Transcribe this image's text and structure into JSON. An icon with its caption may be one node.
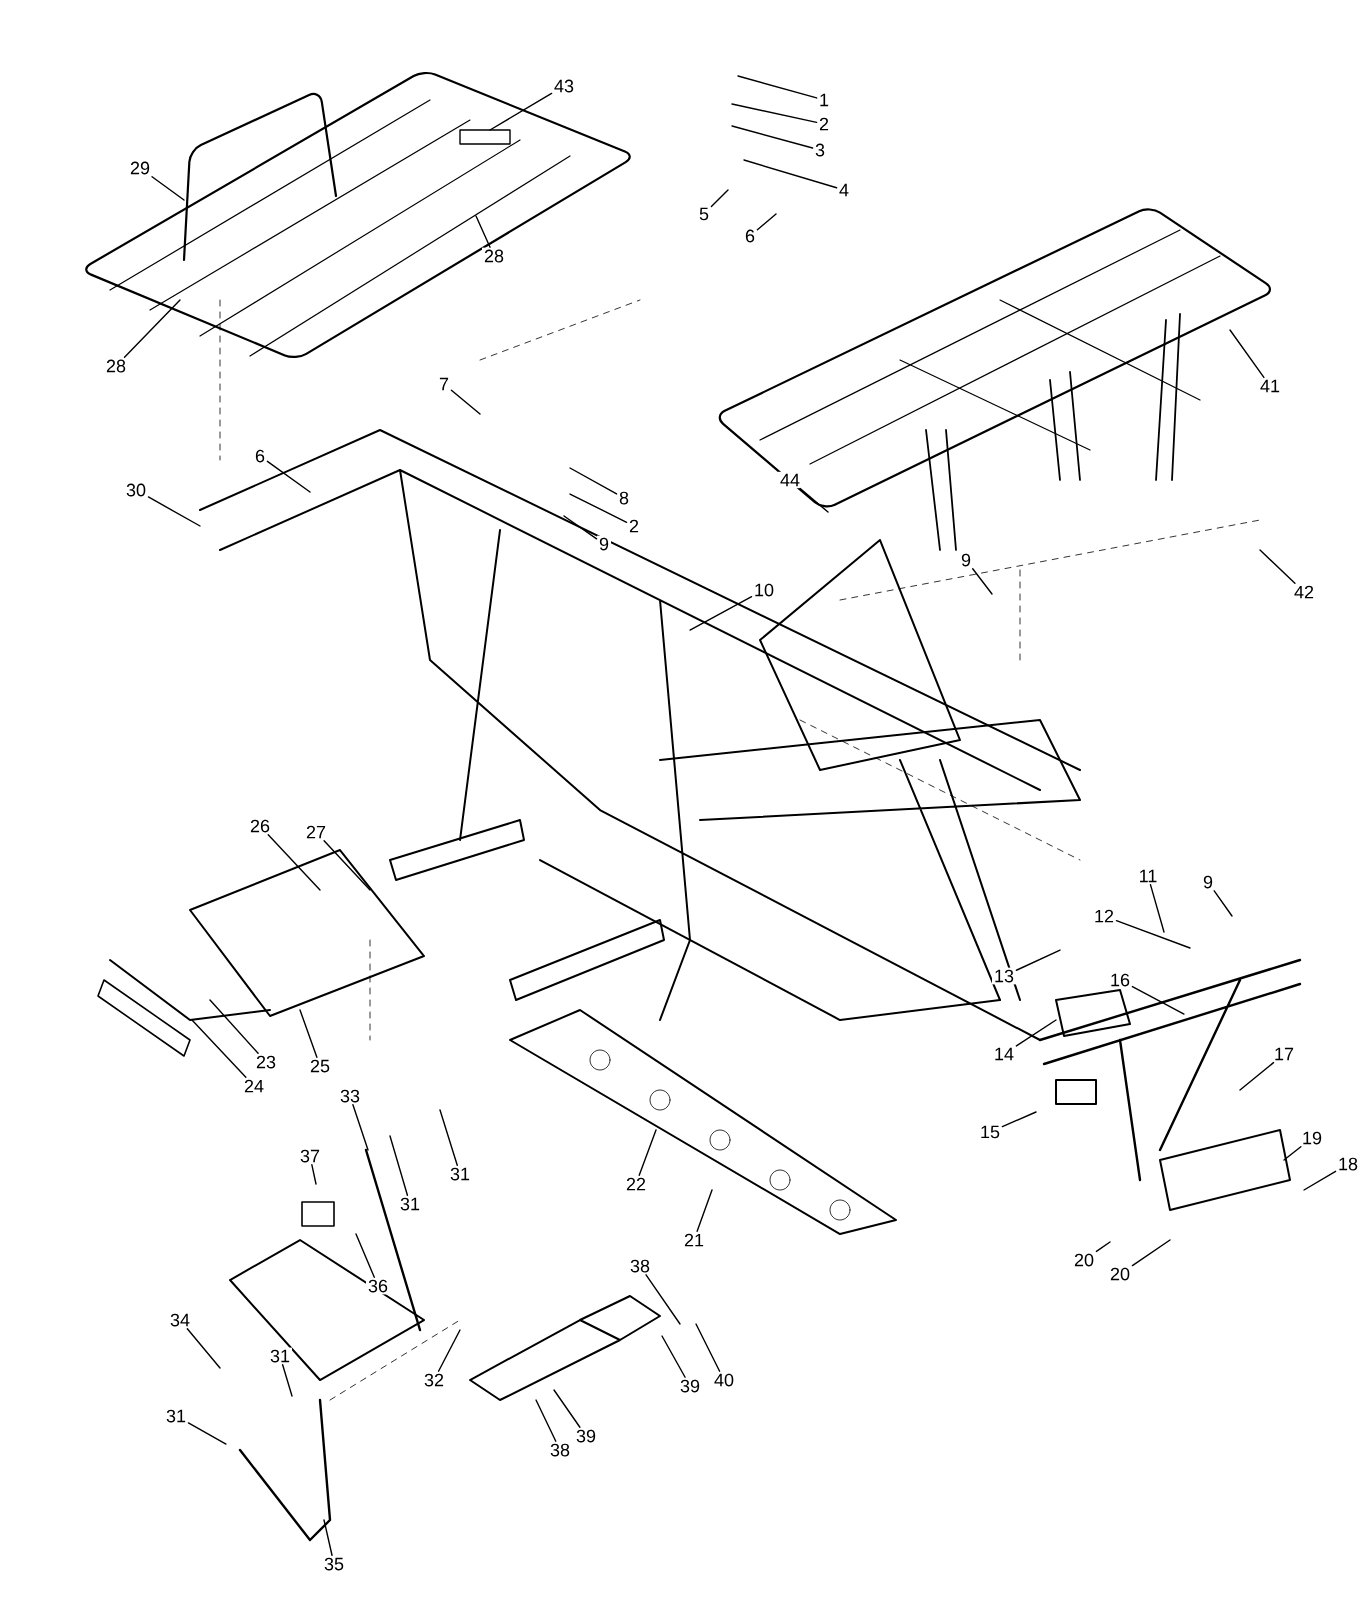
{
  "diagram": {
    "nodes": [
      {
        "text": [
          "1"
        ]
      },
      {
        "text": [
          "2"
        ]
      },
      {
        "text": [
          "3"
        ]
      },
      {
        "text": [
          "4"
        ]
      },
      {
        "text": [
          "5"
        ]
      },
      {
        "text": [
          "6"
        ]
      },
      {
        "text": [
          "43"
        ]
      },
      {
        "text": [
          "29"
        ]
      },
      {
        "text": [
          "28"
        ]
      },
      {
        "text": [
          "28"
        ]
      },
      {
        "text": [
          "7"
        ]
      },
      {
        "text": [
          "6"
        ]
      },
      {
        "text": [
          "30"
        ]
      },
      {
        "text": [
          "8"
        ]
      },
      {
        "text": [
          "2"
        ]
      },
      {
        "text": [
          "9"
        ]
      },
      {
        "text": [
          "10"
        ]
      },
      {
        "text": [
          "41"
        ]
      },
      {
        "text": [
          "44"
        ]
      },
      {
        "text": [
          "9"
        ]
      },
      {
        "text": [
          "42"
        ]
      },
      {
        "text": [
          "26"
        ]
      },
      {
        "text": [
          "27"
        ]
      },
      {
        "text": [
          "23"
        ]
      },
      {
        "text": [
          "25"
        ]
      },
      {
        "text": [
          "24"
        ]
      },
      {
        "text": [
          "11"
        ]
      },
      {
        "text": [
          "9"
        ]
      },
      {
        "text": [
          "12"
        ]
      },
      {
        "text": [
          "13"
        ]
      },
      {
        "text": [
          "16"
        ]
      },
      {
        "text": [
          "14"
        ]
      },
      {
        "text": [
          "17"
        ]
      },
      {
        "text": [
          "15"
        ]
      },
      {
        "text": [
          "19"
        ]
      },
      {
        "text": [
          "18"
        ]
      },
      {
        "text": [
          "21"
        ]
      },
      {
        "text": [
          "20"
        ]
      },
      {
        "text": [
          "20"
        ]
      },
      {
        "text": [
          "22"
        ]
      },
      {
        "text": [
          "33"
        ]
      },
      {
        "text": [
          "31"
        ]
      },
      {
        "text": [
          "31"
        ]
      },
      {
        "text": [
          "37"
        ]
      },
      {
        "text": [
          "36"
        ]
      },
      {
        "text": [
          "34"
        ]
      },
      {
        "text": [
          "31"
        ]
      },
      {
        "text": [
          "31"
        ]
      },
      {
        "text": [
          "32"
        ]
      },
      {
        "text": [
          "35"
        ]
      },
      {
        "text": [
          "38"
        ]
      },
      {
        "text": [
          "39"
        ]
      },
      {
        "text": [
          "40"
        ]
      },
      {
        "text": [
          "38"
        ]
      },
      {
        "text": [
          "39"
        ]
      }
    ],
    "edges": [
      {
        "from": 0,
        "to": null,
        "arrow": "none"
      },
      {
        "from": 1,
        "to": null,
        "arrow": "none"
      },
      {
        "from": 2,
        "to": null,
        "arrow": "none"
      },
      {
        "from": 3,
        "to": null,
        "arrow": "none"
      },
      {
        "from": 4,
        "to": null,
        "arrow": "none"
      },
      {
        "from": 5,
        "to": null,
        "arrow": "none"
      },
      {
        "from": 6,
        "to": null,
        "arrow": "none"
      },
      {
        "from": 7,
        "to": null,
        "arrow": "none"
      },
      {
        "from": 8,
        "to": null,
        "arrow": "none"
      },
      {
        "from": 9,
        "to": null,
        "arrow": "none"
      },
      {
        "from": 10,
        "to": null,
        "arrow": "none"
      },
      {
        "from": 11,
        "to": null,
        "arrow": "none"
      },
      {
        "from": 12,
        "to": null,
        "arrow": "none"
      },
      {
        "from": 13,
        "to": null,
        "arrow": "none"
      },
      {
        "from": 14,
        "to": null,
        "arrow": "none"
      },
      {
        "from": 15,
        "to": null,
        "arrow": "none"
      },
      {
        "from": 16,
        "to": null,
        "arrow": "none"
      },
      {
        "from": 17,
        "to": null,
        "arrow": "none"
      },
      {
        "from": 18,
        "to": null,
        "arrow": "none"
      },
      {
        "from": 19,
        "to": null,
        "arrow": "none"
      },
      {
        "from": 20,
        "to": null,
        "arrow": "none"
      },
      {
        "from": 21,
        "to": null,
        "arrow": "none"
      },
      {
        "from": 22,
        "to": null,
        "arrow": "none"
      },
      {
        "from": 23,
        "to": null,
        "arrow": "none"
      },
      {
        "from": 24,
        "to": null,
        "arrow": "none"
      },
      {
        "from": 25,
        "to": null,
        "arrow": "none"
      },
      {
        "from": 26,
        "to": null,
        "arrow": "none"
      },
      {
        "from": 27,
        "to": null,
        "arrow": "none"
      },
      {
        "from": 28,
        "to": null,
        "arrow": "none"
      },
      {
        "from": 29,
        "to": null,
        "arrow": "none"
      },
      {
        "from": 30,
        "to": null,
        "arrow": "none"
      },
      {
        "from": 31,
        "to": null,
        "arrow": "none"
      },
      {
        "from": 32,
        "to": null,
        "arrow": "none"
      },
      {
        "from": 33,
        "to": null,
        "arrow": "none"
      },
      {
        "from": 34,
        "to": null,
        "arrow": "none"
      },
      {
        "from": 35,
        "to": null,
        "arrow": "none"
      },
      {
        "from": 36,
        "to": null,
        "arrow": "none"
      },
      {
        "from": 37,
        "to": null,
        "arrow": "none"
      },
      {
        "from": 38,
        "to": null,
        "arrow": "none"
      },
      {
        "from": 39,
        "to": null,
        "arrow": "none"
      },
      {
        "from": 40,
        "to": null,
        "arrow": "none"
      },
      {
        "from": 41,
        "to": null,
        "arrow": "none"
      },
      {
        "from": 42,
        "to": null,
        "arrow": "none"
      },
      {
        "from": 43,
        "to": null,
        "arrow": "none"
      },
      {
        "from": 44,
        "to": null,
        "arrow": "none"
      },
      {
        "from": 45,
        "to": null,
        "arrow": "none"
      },
      {
        "from": 46,
        "to": null,
        "arrow": "none"
      },
      {
        "from": 47,
        "to": null,
        "arrow": "none"
      },
      {
        "from": 48,
        "to": null,
        "arrow": "none"
      },
      {
        "from": 49,
        "to": null,
        "arrow": "none"
      },
      {
        "from": 50,
        "to": null,
        "arrow": "none"
      },
      {
        "from": 51,
        "to": null,
        "arrow": "none"
      },
      {
        "from": 52,
        "to": null,
        "arrow": "none"
      },
      {
        "from": 53,
        "to": null,
        "arrow": "none"
      },
      {
        "from": 54,
        "to": null,
        "arrow": "none"
      }
    ]
  }
}
